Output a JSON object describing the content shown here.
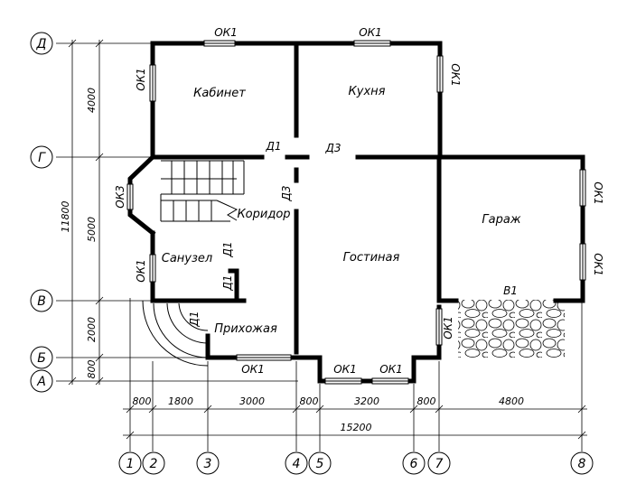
{
  "axes_letters": [
    "Д",
    "Г",
    "В",
    "Б",
    "А"
  ],
  "axes_numbers": [
    "1",
    "2",
    "3",
    "4",
    "5",
    "6",
    "7",
    "8"
  ],
  "rooms": {
    "study": "Кабинет",
    "kitchen": "Кухня",
    "corridor": "Коридор",
    "bathroom": "Санузел",
    "living": "Гостиная",
    "hall": "Прихожая",
    "garage": "Гараж"
  },
  "openings": {
    "win_top_left": "ОК1",
    "win_top_right": "ОК1",
    "win_left_study": "ОК1",
    "win_right_kitchen": "ОК1",
    "win_bay": "ОК3",
    "win_left_bath": "ОК1",
    "win_garage_top": "ОК1",
    "win_garage_bottom": "ОК1",
    "win_bottom_hall": "ОК1",
    "win_bottom_living_a": "ОК1",
    "win_bottom_living_b": "ОК1",
    "win_right_living": "ОК1",
    "door_corridor": "Д1",
    "door_kitchen": "Д3",
    "door_living": "Д3",
    "door_bath_a": "Д1",
    "door_bath_b": "Д1",
    "door_entry": "Д1",
    "garage_gate": "В1"
  },
  "vertical_dims": {
    "total": "11800",
    "d_g": "4000",
    "g_v": "5000",
    "v_b": "2000",
    "b_a": "800"
  },
  "horizontal_dims": [
    "800",
    "1800",
    "3000",
    "800",
    "3200",
    "800",
    "4800"
  ],
  "horizontal_total": "15200"
}
